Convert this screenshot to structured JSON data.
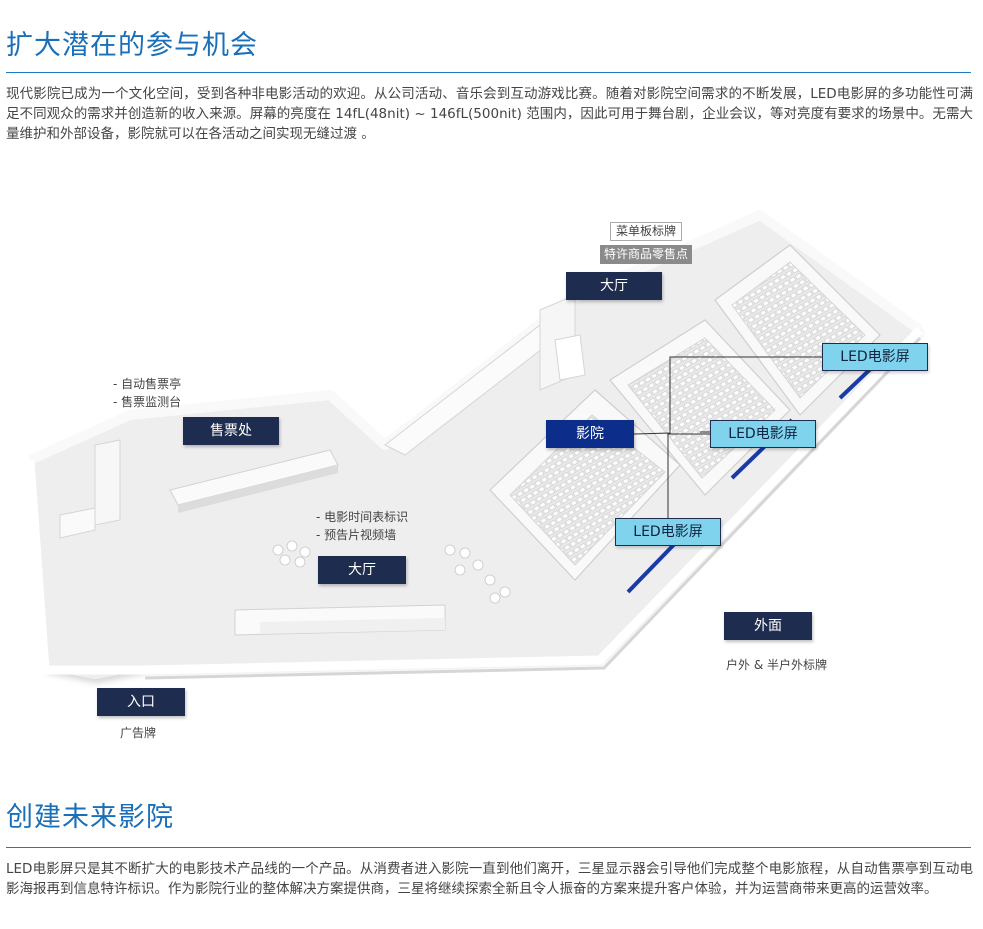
{
  "section1": {
    "title": "扩大潜在的参与机会",
    "paragraph": "现代影院已成为一个文化空间，受到各种非电影活动的欢迎。从公司活动、音乐会到互动游戏比赛。随着对影院空间需求的不断发展，LED电影屏的多功能性可满足不同观众的需求并创造新的收入来源。屏幕的亮度在 14fL(48nit) ~ 146fL(500nit) 范围内，因此可用于舞台剧，企业会议，等对亮度有要求的场景中。无需大量维护和外部设备，影院就可以在各活动之间实现无缝过渡 。"
  },
  "diagram": {
    "labels": {
      "ticket_office": "售票处",
      "lobby_center": "大厅",
      "lobby_top": "大厅",
      "cinema": "影院",
      "exterior": "外面",
      "entrance": "入口",
      "led_screen_1": "LED电影屏",
      "led_screen_2": "LED电影屏",
      "led_screen_3": "LED电影屏"
    },
    "notes": {
      "menu_board": "菜单板标牌",
      "concession": "特许商品零售点",
      "kiosk": "- 自动售票亭",
      "ticket_monitor": "- 售票监测台",
      "showtime_sign": "- 电影时间表标识",
      "trailer_wall": "- 预告片视频墙",
      "outdoor_sign": "户外 & 半户外标牌",
      "ad_board": "广告牌"
    },
    "colors": {
      "dark_tag": "#1e2d4f",
      "cinema_tag": "#0c2e8a",
      "led_tag": "#7fd3ec",
      "screen_strip": "#1a3aa8"
    }
  },
  "section2": {
    "title": "创建未来影院",
    "paragraph": "LED电影屏只是其不断扩大的电影技术产品线的一个产品。从消费者进入影院一直到他们离开，三星显示器会引导他们完成整个电影旅程，从自动售票亭到互动电影海报再到信息特许标识。作为影院行业的整体解决方案提供商，三星将继续探索全新且令人振奋的方案来提升客户体验，并为运营商带来更高的运营效率。"
  }
}
